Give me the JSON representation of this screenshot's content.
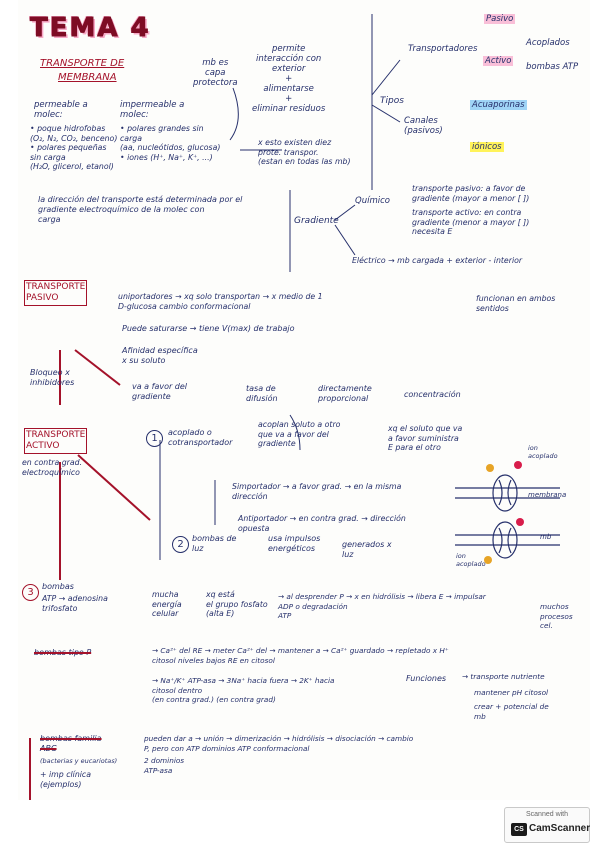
{
  "title": "TEMA 4",
  "subtitle_lines": [
    "TRANSPORTE DE",
    "MEMBRANA"
  ],
  "membrane": {
    "capa_protectora": "mb es\ncapa\nprotectora",
    "permite": "permite\ninteracción con\nexterior\n+\nalimentarse\n+\neliminar residuos",
    "permeable": "permeable a\nmolec:",
    "permeable_items": "• poque hidrofobas\n(O₂, N₂, CO₂, benceno)\n• polares pequeñas\nsin carga\n(H₂O, glicerol, etanol)",
    "impermeable": "impermeable a\nmolec:",
    "impermeable_items": "• polares grandes sin\ncarga\n(aa, nucleótidos, glucosa)\n• iones (H⁺, Na⁺, K⁺, ...)",
    "x_esto": "x esto existen diez\nprote. transpor.\n(estan en todas las mb)",
    "direccion": "la dirección del transporte está determinada por el\ngradiente electroquímico de la molec con\ncarga"
  },
  "tipos": {
    "label": "Tipos",
    "transportadores": "Transportadores",
    "pasivo": "Pasivo",
    "activo": "Activo",
    "acoplados": "Acoplados",
    "bombas_atp": "bombas ATP",
    "canales": "Canales\n(pasivos)",
    "acuaporinas": "Acuaporinas",
    "ionicos": "iónicos"
  },
  "gradiente": {
    "label": "Gradiente",
    "quimico": "Químico",
    "pasivo": "transporte pasivo: a favor de\ngradiente (mayor a menor [ ])",
    "activo": "transporte activo: en contra\ngradiente (menor a mayor [ ])\nnecesita E",
    "electrico": "Eléctrico → mb cargada + exterior - interior"
  },
  "pasivo": {
    "heading": "TRANSPORTE\nPASIVO",
    "uniportadores": "uniportadores → xq solo transportan → x medio de   1\n                                D-glucosa      cambio conformacional",
    "funcionan": "funcionan en ambos\nsentidos",
    "saturarse": "Puede saturarse → tiene V(max) de trabajo",
    "afinidad": "Afinidad específica\nx su soluto",
    "bloqueo": "Bloqueo x\ninhibidores",
    "favor": "va a favor del\ngradiente",
    "tasa": "tasa de\ndifusión",
    "directamente": "directamente\nproporcional",
    "concentracion": "concentración"
  },
  "activo": {
    "heading": "TRANSPORTE\nACTIVO",
    "contra": "en contra grad.\nelectroquímico",
    "n1": "1",
    "acoplado": "acoplado o\ncotransportador",
    "acoplan": "acoplan soluto a otro\nque va a favor del\ngradiente",
    "xq": "xq el soluto que va\na favor suministra\nE para el otro",
    "simportador": "Simportador → a favor grad. → en la misma\n                                            dirección",
    "antiportador": "Antiportador → en contra grad. → dirección\n                                                opuesta",
    "n2": "2",
    "bombas_luz": "bombas de\nluz",
    "impulsos": "usa impulsos\nenergéticos",
    "generados": "generados x\nluz",
    "ion_acoplado_top": "ion\nacoplado",
    "membrana": "membrana",
    "mb": "mb",
    "ion_acoplado_bottom": "ion\nacoplado"
  },
  "bombas": {
    "n3": "3",
    "heading": "bombas",
    "atp": "ATP → adenosina\n       trifosfato",
    "mucha_energia": "mucha\nenergía\ncelular",
    "xq_esta": "xq está\nel grupo fosfato\n(alta E)",
    "desprender": "→ al desprender P → x en hidrólisis → libera E → impulsar\n                          ADP              o degradación\n                                            ATP",
    "muchos": "muchos\nprocesos\ncel.",
    "ca_heading": "bombas tipo P",
    "ca": "→ Ca²⁺ del RE → meter Ca²⁺ del → mantener a → Ca²⁺ guardado → repletado x H⁺\n                           citosol            niveles bajos         RE                    en citosol",
    "nak": "→ Na⁺/K⁺ ATP-asa → 3Na⁺ hacia fuera → 2K⁺ hacia\n                                         citosol                    dentro\n                                       (en contra grad.)    (en contra grad)",
    "funciones": "Funciones",
    "fun1": "→ transporte nutriente",
    "fun2": "mantener pH citosol",
    "fun3": "crear + potencial de\nmb",
    "abc_heading": "bombas familia\nABC",
    "abc_sub": "(bacterias y eucariotas)",
    "pueden": "pueden dar a → unión → dimerización → hidrólisis → disociación → cambio\nP, pero con     ATP       dominios          ATP                                     conformacional",
    "dominios": "2 dominios\nATP-asa",
    "imp": "+ imp clínica\n(ejemplos)"
  },
  "scanner": {
    "scanned_with": "Scanned with",
    "app": "CamScanner",
    "icon": "CS"
  }
}
